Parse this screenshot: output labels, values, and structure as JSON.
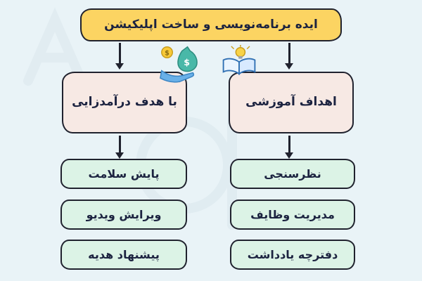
{
  "diagram": {
    "root_label": "ایده برنامه‌نویسی و ساخت اپلیکیشن",
    "branches": [
      {
        "label": "با هدف درآمدزایی",
        "icon": "money-bag-hand-icon",
        "children": [
          {
            "label": "پایش سلامت"
          },
          {
            "label": "ویرایش ویدیو"
          },
          {
            "label": "پیشنهاد هدیه"
          }
        ]
      },
      {
        "label": "اهداف آموزشی",
        "icon": "book-lightbulb-icon",
        "children": [
          {
            "label": "نظرسنجی"
          },
          {
            "label": "مدیریت وظایف"
          },
          {
            "label": "دفترچه یادداشت"
          }
        ]
      }
    ]
  },
  "colors": {
    "background": "#e9f3f7",
    "root_fill": "#fcd462",
    "branch_fill": "#f7e9e4",
    "leaf_fill": "#dcf3e6",
    "border": "#20222e",
    "text": "#1c2340"
  }
}
